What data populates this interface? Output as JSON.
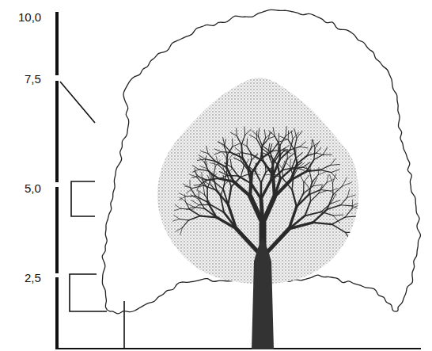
{
  "diagram": {
    "labels": [
      "10,0",
      "7,5",
      "5,0",
      "2,5"
    ]
  }
}
